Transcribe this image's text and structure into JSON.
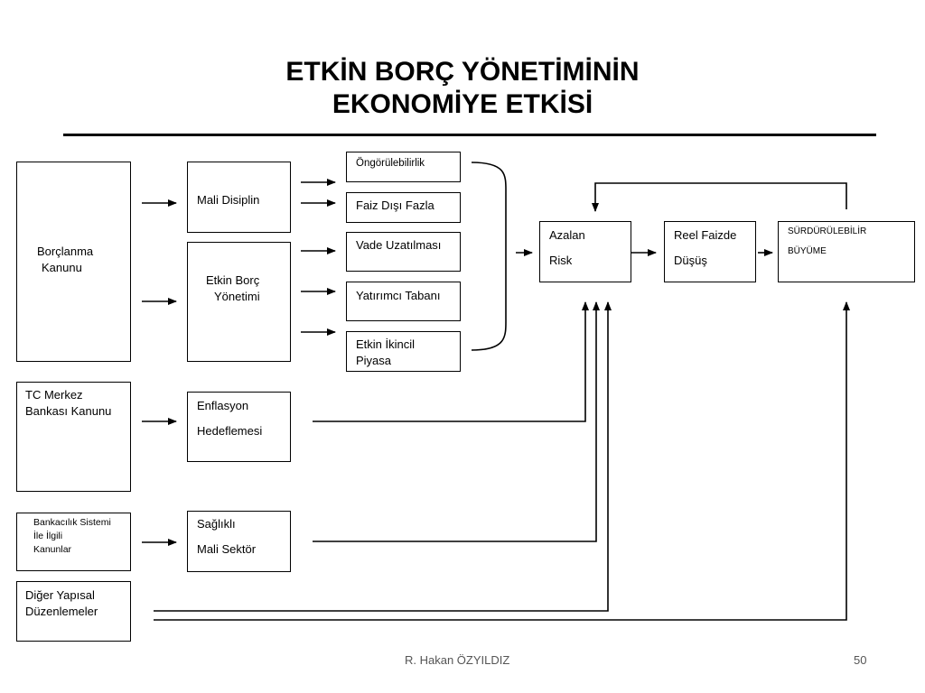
{
  "slide": {
    "title_line1": "ETKİN BORÇ YÖNETİMİNİN",
    "title_line2": "EKONOMİYE ETKİSİ"
  },
  "left_boxes": {
    "borclanma": [
      "Borçlanma",
      "Kanunu"
    ],
    "tcmb": [
      "TC Merkez",
      "Bankası Kanunu"
    ],
    "bankacilik": [
      "Bankacılık Sistemi",
      "İle İlgili",
      "Kanunlar"
    ],
    "diger": [
      "Diğer Yapısal",
      "Düzenlemeler"
    ]
  },
  "middle_boxes": {
    "mali_disiplin": "Mali Disiplin",
    "etkin_borc": [
      "Etkin Borç",
      "Yönetimi"
    ],
    "enflasyon": [
      "Enflasyon",
      "Hedeflemesi"
    ],
    "saglikli": [
      "Sağlıklı",
      "Mali Sektör"
    ]
  },
  "factor_boxes": [
    "Öngörülebilirlik",
    "Faiz Dışı Fazla",
    "Vade Uzatılması",
    "Yatırımcı Tabanı",
    [
      "Etkin İkincil",
      "Piyasa"
    ]
  ],
  "outcome_boxes": {
    "azalan_risk": [
      "Azalan",
      "Risk"
    ],
    "reel_faiz": [
      "Reel Faizde",
      "Düşüş"
    ],
    "buyume": [
      "SÜRDÜRÜLEBİLİR",
      "BÜYÜME"
    ]
  },
  "footer": {
    "author": "R. Hakan ÖZYILDIZ",
    "page_number": "50"
  }
}
